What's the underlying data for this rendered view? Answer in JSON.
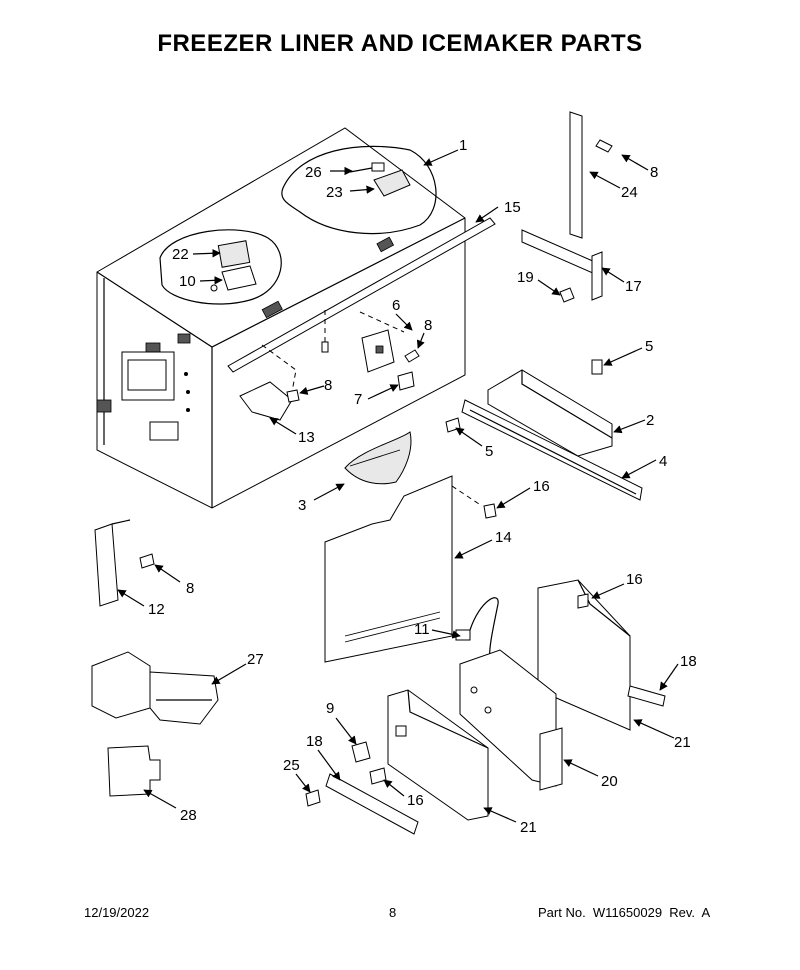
{
  "title": "FREEZER LINER AND ICEMAKER PARTS",
  "footer": {
    "date": "12/19/2022",
    "page": "8",
    "part_no": "Part No.  W11650029  Rev.  A"
  },
  "callouts": [
    {
      "id": "c1",
      "label": "1"
    },
    {
      "id": "c26",
      "label": "26"
    },
    {
      "id": "c23",
      "label": "23"
    },
    {
      "id": "c15",
      "label": "15"
    },
    {
      "id": "c22",
      "label": "22"
    },
    {
      "id": "c10",
      "label": "10"
    },
    {
      "id": "c6",
      "label": "6"
    },
    {
      "id": "c8a",
      "label": "8"
    },
    {
      "id": "c8b",
      "label": "8"
    },
    {
      "id": "c7",
      "label": "7"
    },
    {
      "id": "c13",
      "label": "13"
    },
    {
      "id": "c8c",
      "label": "8"
    },
    {
      "id": "c24",
      "label": "24"
    },
    {
      "id": "c19",
      "label": "19"
    },
    {
      "id": "c17",
      "label": "17"
    },
    {
      "id": "c5a",
      "label": "5"
    },
    {
      "id": "c2",
      "label": "2"
    },
    {
      "id": "c5b",
      "label": "5"
    },
    {
      "id": "c4",
      "label": "4"
    },
    {
      "id": "c3",
      "label": "3"
    },
    {
      "id": "c16a",
      "label": "16"
    },
    {
      "id": "c14",
      "label": "14"
    },
    {
      "id": "c8d",
      "label": "8"
    },
    {
      "id": "c12",
      "label": "12"
    },
    {
      "id": "c16b",
      "label": "16"
    },
    {
      "id": "c11",
      "label": "11"
    },
    {
      "id": "c18a",
      "label": "18"
    },
    {
      "id": "c27",
      "label": "27"
    },
    {
      "id": "c9",
      "label": "9"
    },
    {
      "id": "c21a",
      "label": "21"
    },
    {
      "id": "c18b",
      "label": "18"
    },
    {
      "id": "c25",
      "label": "25"
    },
    {
      "id": "c16c",
      "label": "16"
    },
    {
      "id": "c20",
      "label": "20"
    },
    {
      "id": "c21b",
      "label": "21"
    },
    {
      "id": "c28",
      "label": "28"
    }
  ]
}
